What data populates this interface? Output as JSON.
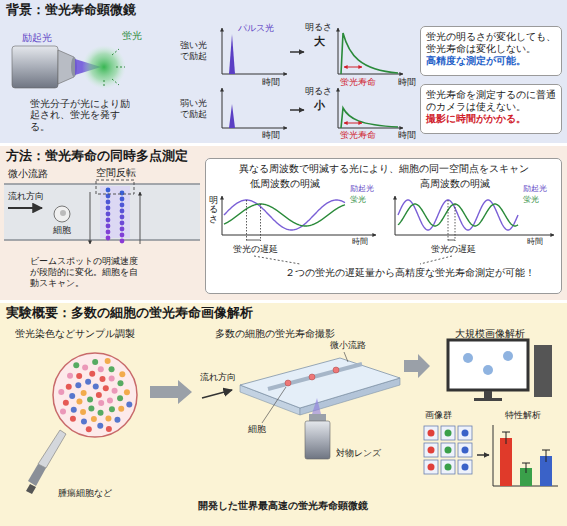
{
  "diagram": {
    "nodes": [
      {
        "text": [
          "背景：蛍光寿命顕微鏡"
        ]
      },
      {
        "text": [
          "蛍光の明るさが変化しても、蛍光寿命は変化しない。",
          "高精度な測定が可能。"
        ],
        "in": 0
      },
      {
        "text": [
          "蛍光寿命を測定するのに普通のカメラは使えない。",
          "撮影に時間がかかる。"
        ],
        "in": 0
      },
      {
        "text": [
          "方法：蛍光寿命の同時多点測定"
        ]
      },
      {
        "text": [
          "異なる周波数で明滅する光により、細胞の同一空間点をスキャン"
        ],
        "in": 3
      },
      {
        "text": [
          "実験概要：多数の細胞の蛍光寿命画像解析"
        ]
      }
    ],
    "labels": [
      "励起光",
      "蛍光",
      "蛍光分子が光により励起され、蛍光を発する。",
      "強い光で励起",
      "パルス光",
      "時間",
      "明るさ",
      "大",
      "蛍光寿命",
      "時間",
      "弱い光で励起",
      "時間",
      "明るさ",
      "小",
      "蛍光寿命",
      "時間",
      "微小流路",
      "空間反転",
      "流れ方向",
      "細胞",
      "ビームスポットの明滅速度が段階的に変化。細胞を自動スキャン。",
      "低周波数の明滅",
      "高周波数の明滅",
      "明るさ",
      "励起光",
      "蛍光",
      "励起光",
      "蛍光",
      "時間",
      "時間",
      "蛍光の遅延",
      "蛍光の遅延",
      "２つの蛍光の遅延量から高精度な蛍光寿命測定が可能！",
      "蛍光染色などサンプル調製",
      "腫瘍細胞など",
      "多数の細胞の蛍光寿命撮影",
      "微小流路",
      "流れ方向",
      "細胞",
      "対物レンズ",
      "開発した世界最高速の蛍光寿命顕微鏡",
      "大規模画像解析",
      "画像群",
      "特性解析"
    ]
  }
}
